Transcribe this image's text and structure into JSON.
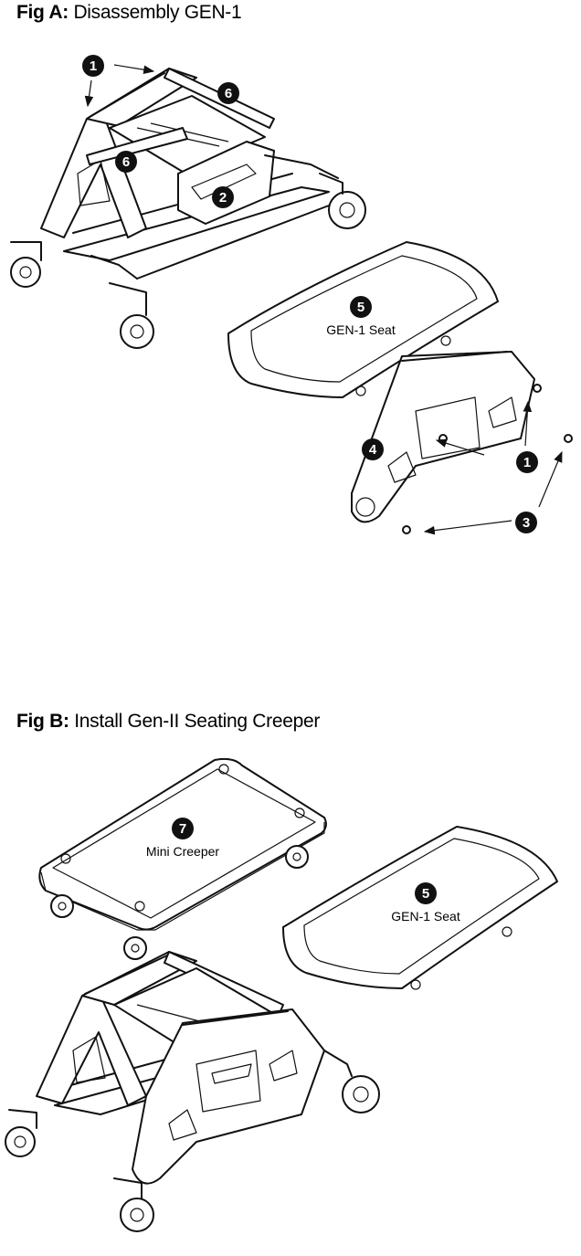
{
  "fig_a": {
    "title_bold": "Fig A:",
    "title_rest": " Disassembly GEN-1",
    "callouts": [
      "1",
      "6",
      "6",
      "2",
      "5",
      "4",
      "1",
      "3"
    ],
    "seat_label": "GEN-1 Seat"
  },
  "fig_b": {
    "title_bold": "Fig B:",
    "title_rest": " Install Gen-II Seating Creeper",
    "callouts": [
      "7",
      "5"
    ],
    "mini_creeper_label": "Mini Creeper",
    "seat_label": "GEN-1 Seat"
  }
}
